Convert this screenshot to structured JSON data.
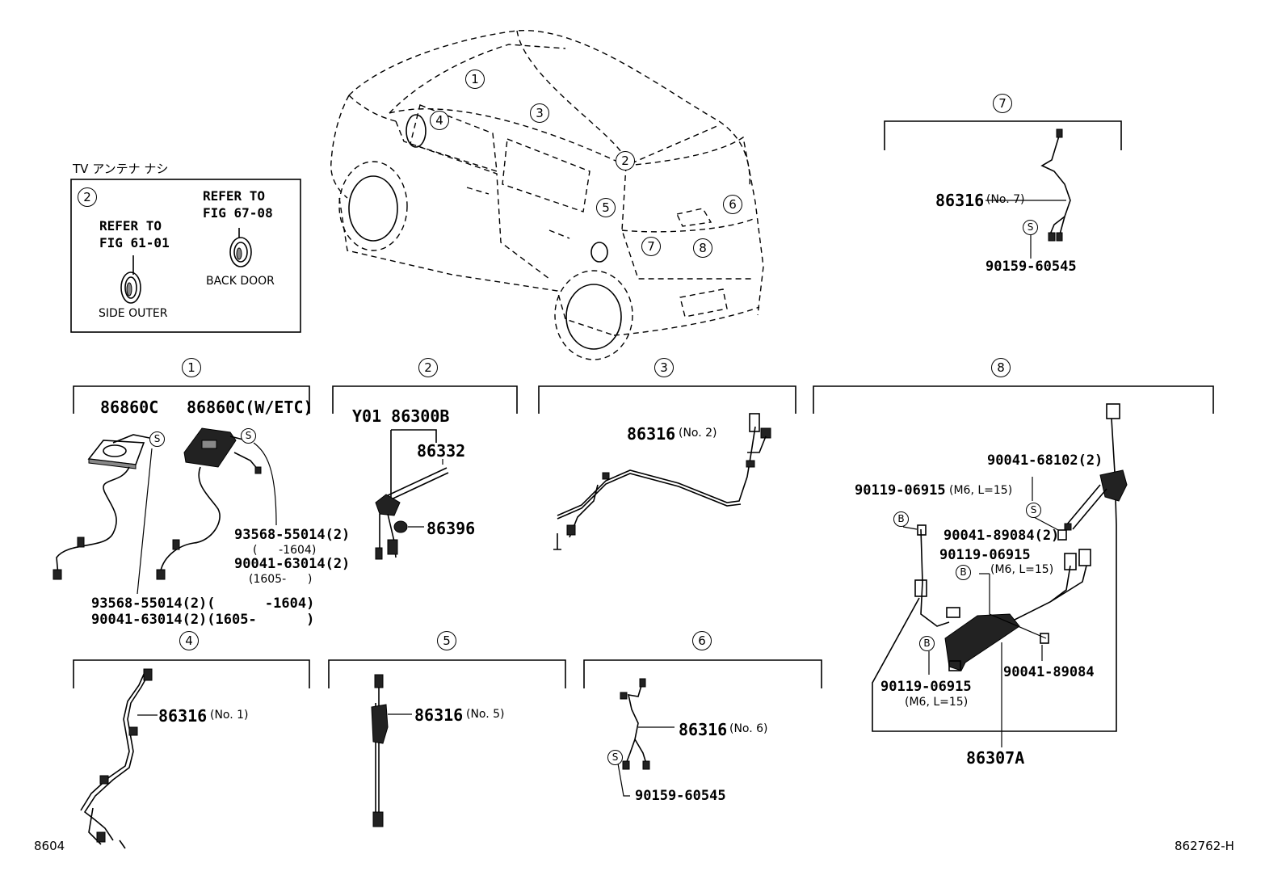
{
  "inset": {
    "header": "TV アンテナ ナシ",
    "callout": "2",
    "refer_left": [
      "REFER TO",
      "FIG 61-01"
    ],
    "refer_right": [
      "REFER TO",
      "FIG 67-08"
    ],
    "label_left": "SIDE OUTER",
    "label_right": "BACK DOOR"
  },
  "car_callouts": [
    "1",
    "3",
    "4",
    "2",
    "5",
    "6",
    "7",
    "8"
  ],
  "sections": [
    {
      "id": "1",
      "parts": [
        "86860C",
        "86860C(W/ETC)",
        "93568-55014(2)",
        "(      -1604)",
        "90041-63014(2)",
        "(1605-      )",
        "93568-55014(2)(      -1604)",
        "90041-63014(2)(1605-      )"
      ]
    },
    {
      "id": "2",
      "parts": [
        "Y01 86300B",
        "86332",
        "86396"
      ]
    },
    {
      "id": "3",
      "parts": [
        "86316",
        "(No. 2)"
      ]
    },
    {
      "id": "4",
      "parts": [
        "86316",
        "(No. 1)"
      ]
    },
    {
      "id": "5",
      "parts": [
        "86316",
        "(No. 5)"
      ]
    },
    {
      "id": "6",
      "parts": [
        "86316",
        "(No. 6)",
        "90159-60545"
      ]
    },
    {
      "id": "7",
      "parts": [
        "86316",
        "(No. 7)",
        "90159-60545"
      ]
    },
    {
      "id": "8",
      "parts": [
        "90041-68102(2)",
        "90119-06915",
        "(M6, L=15)",
        "90041-89084(2)",
        "90119-06915",
        "(M6, L=15)",
        "90041-89084",
        "90119-06915",
        "(M6, L=15)",
        "86307A"
      ]
    }
  ],
  "symbols": {
    "s": "S",
    "b": "B"
  },
  "footer": {
    "left": "8604",
    "right": "862762-H"
  }
}
